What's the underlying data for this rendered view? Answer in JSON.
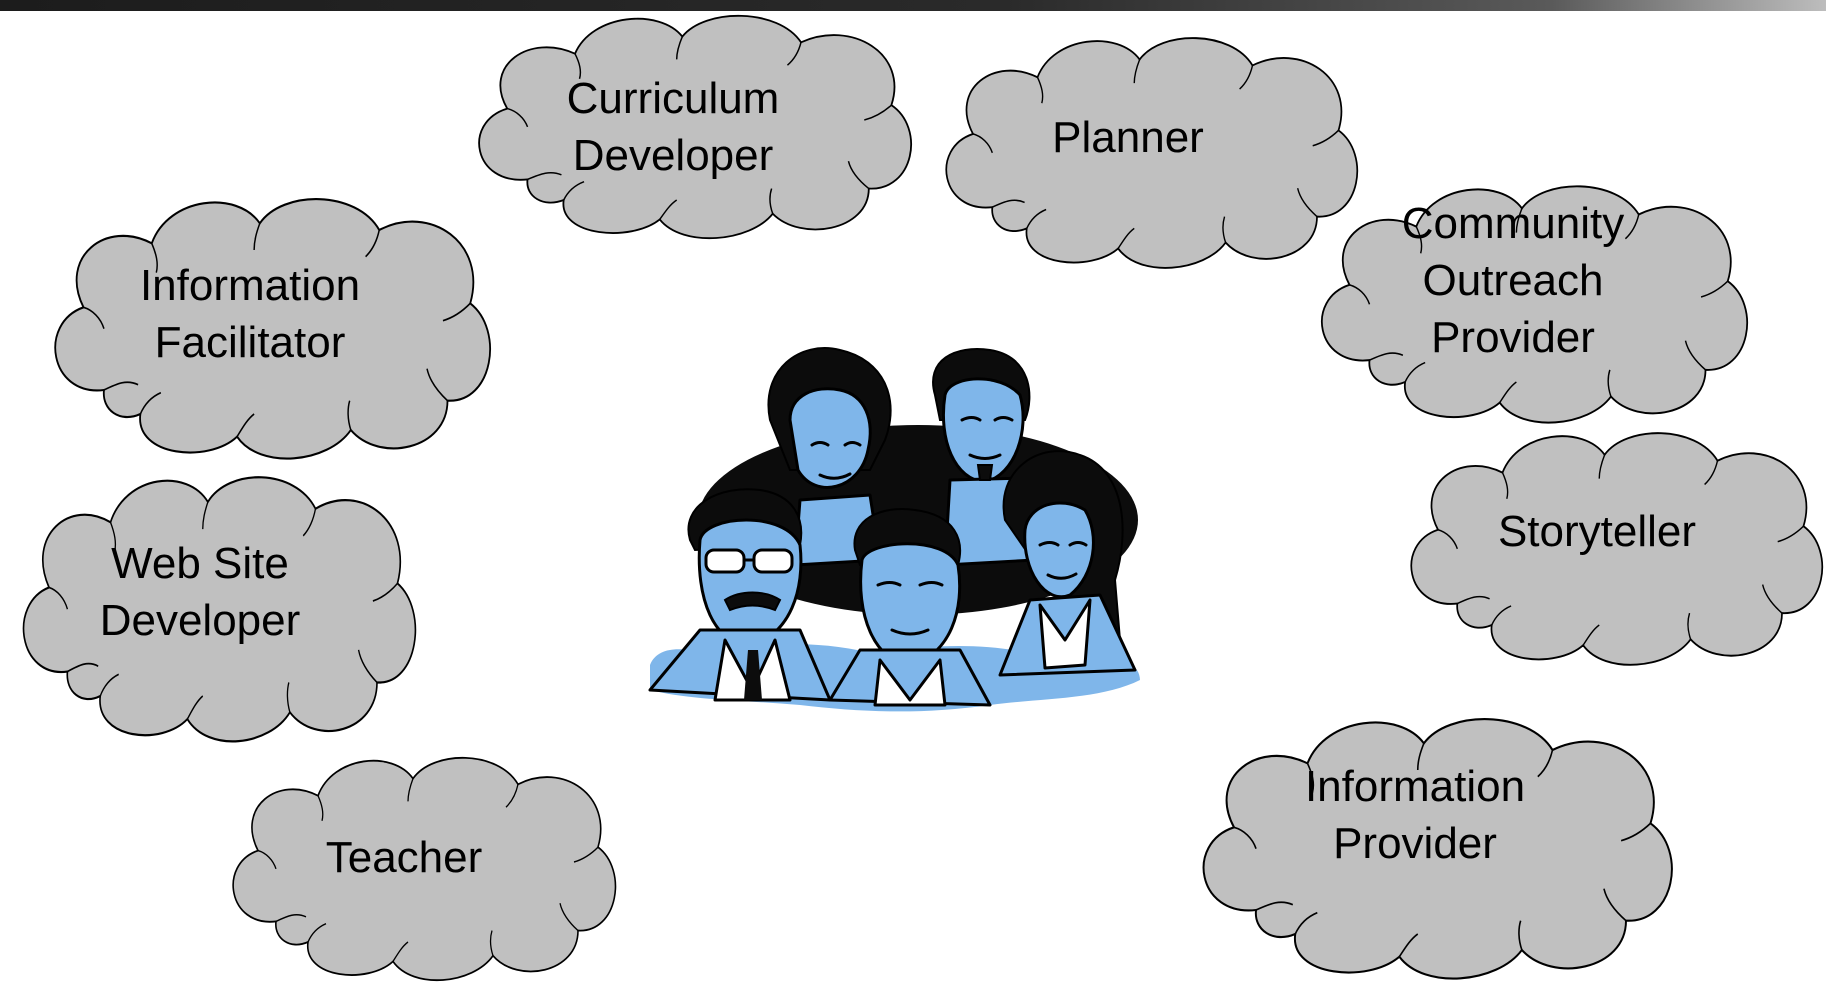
{
  "colors": {
    "cloud_fill": "#c0c0c0",
    "cloud_stroke": "#000000",
    "people_fill": "#7fb6ea",
    "top_bar": "#1c1c1c"
  },
  "people_icon": "group-of-people-clipart",
  "roles": [
    {
      "id": "curriculum-developer",
      "lines": [
        "Curriculum",
        "Developer"
      ]
    },
    {
      "id": "planner",
      "lines": [
        "Planner"
      ]
    },
    {
      "id": "information-facilitator",
      "lines": [
        "Information",
        "Facilitator"
      ]
    },
    {
      "id": "community-outreach-provider",
      "lines": [
        "Community",
        "Outreach",
        "Provider"
      ]
    },
    {
      "id": "web-site-developer",
      "lines": [
        "Web Site",
        "Developer"
      ]
    },
    {
      "id": "storyteller",
      "lines": [
        "Storyteller"
      ]
    },
    {
      "id": "teacher",
      "lines": [
        "Teacher"
      ]
    },
    {
      "id": "information-provider",
      "lines": [
        "Information",
        "Provider"
      ]
    }
  ]
}
